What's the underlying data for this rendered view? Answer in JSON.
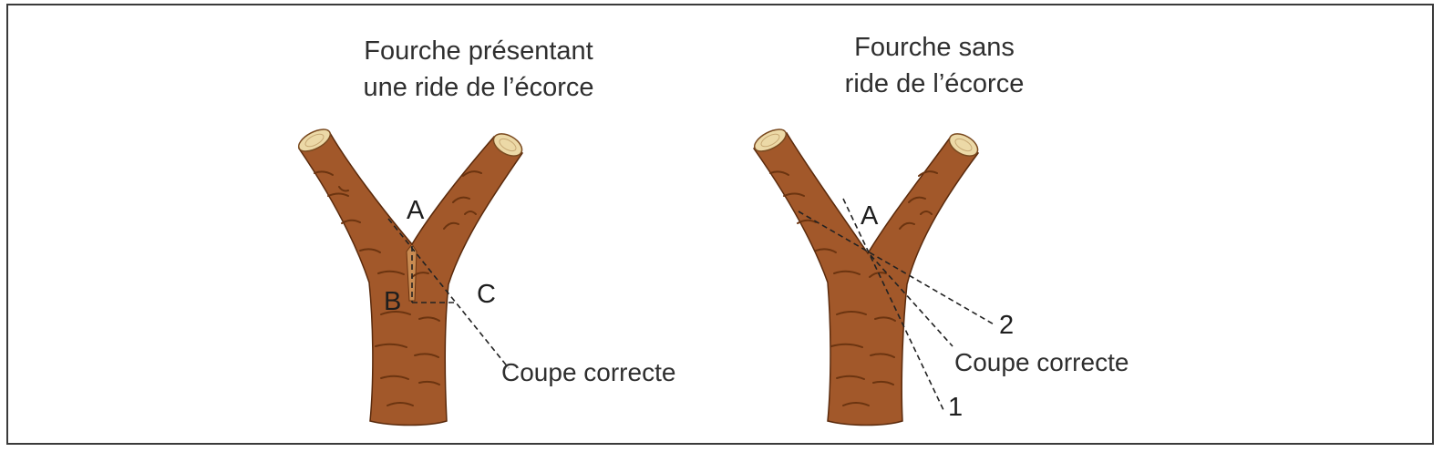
{
  "left_panel": {
    "title_line1": "Fourche présentant",
    "title_line2": "une ride de l’écorce",
    "labels": {
      "a": "A",
      "b": "B",
      "c": "C"
    },
    "cut_label": "Coupe correcte"
  },
  "right_panel": {
    "title_line1": "Fourche sans",
    "title_line2": "ride de l’écorce",
    "labels": {
      "a": "A",
      "one": "1",
      "two": "2"
    },
    "cut_label": "Coupe correcte"
  },
  "colors": {
    "bark": "#a2582a",
    "bark_dark": "#6b3410",
    "wood_end": "#ecd9a7",
    "line": "#222222",
    "border": "#3a3a3a"
  }
}
